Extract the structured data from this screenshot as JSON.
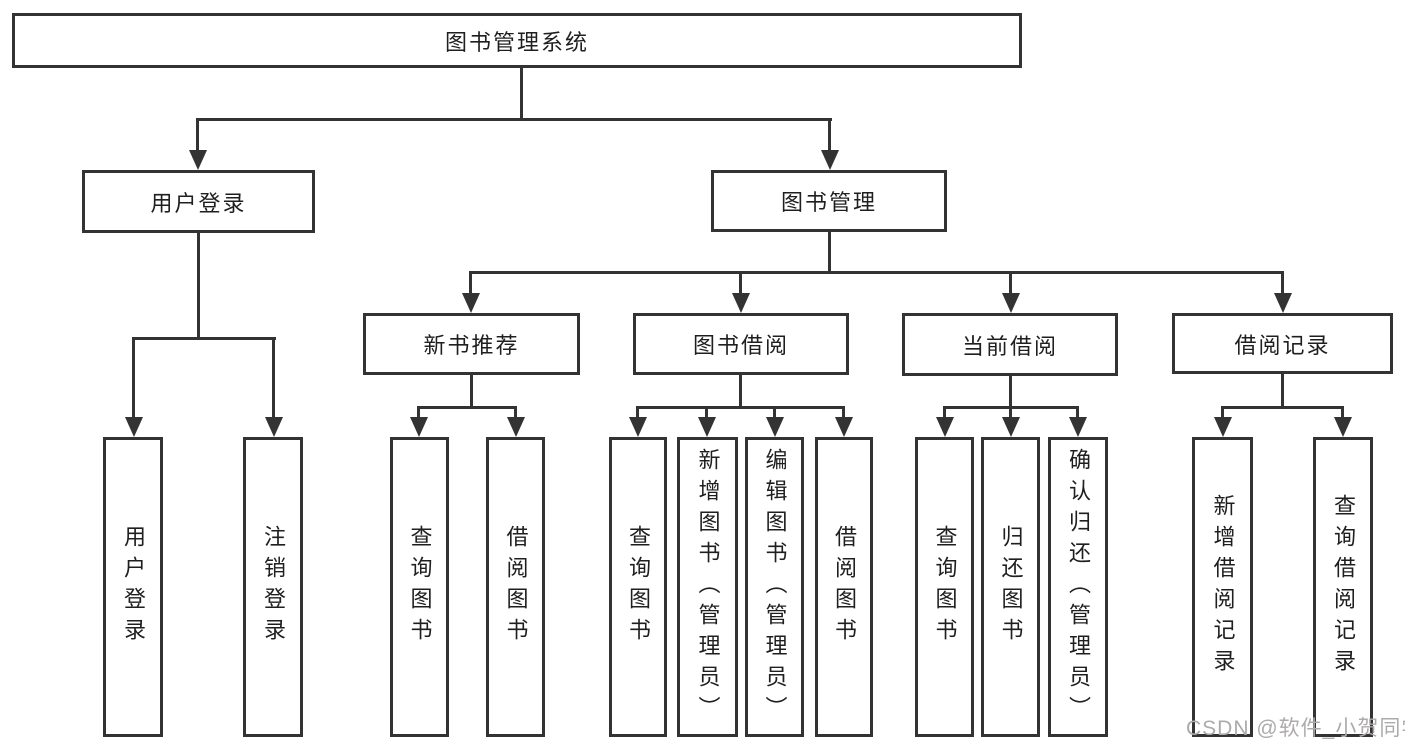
{
  "diagram": {
    "root": {
      "label": "图书管理系统"
    },
    "level2": [
      {
        "label": "用户登录"
      },
      {
        "label": "图书管理"
      }
    ],
    "level3": [
      {
        "label": "新书推荐"
      },
      {
        "label": "图书借阅"
      },
      {
        "label": "当前借阅"
      },
      {
        "label": "借阅记录"
      }
    ],
    "leaves": {
      "user_login": [
        {
          "label": "用户登录"
        },
        {
          "label": "注销登录"
        }
      ],
      "new_book_recommend": [
        {
          "label": "查询图书"
        },
        {
          "label": "借阅图书"
        }
      ],
      "book_borrow": [
        {
          "label": "查询图书"
        },
        {
          "label": "新增图书（管理员）"
        },
        {
          "label": "编辑图书（管理员）"
        },
        {
          "label": "借阅图书"
        }
      ],
      "current_borrow": [
        {
          "label": "查询图书"
        },
        {
          "label": "归还图书"
        },
        {
          "label": "确认归还（管理员）"
        }
      ],
      "borrow_record": [
        {
          "label": "新增借阅记录"
        },
        {
          "label": "查询借阅记录"
        }
      ]
    },
    "watermark": "CSDN @软件_小贺同学",
    "colors": {
      "line": "#333333",
      "border": "#333333",
      "text": "#1f1f1f",
      "watermark": "#adaaaa",
      "background": "#ffffff"
    }
  }
}
